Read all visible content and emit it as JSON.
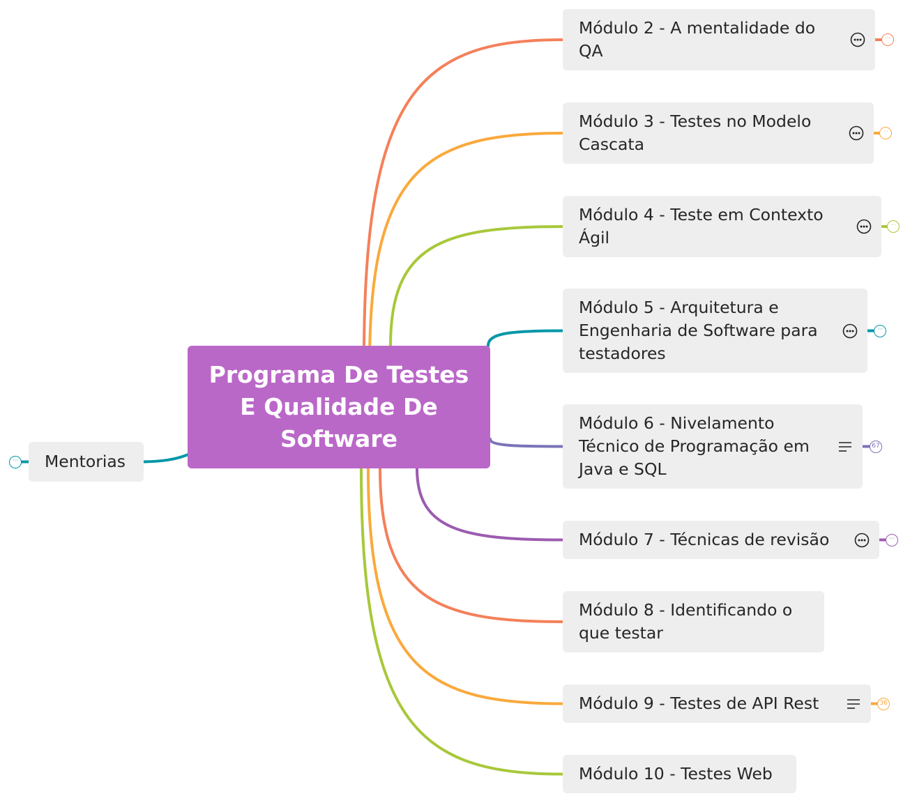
{
  "mindmap": {
    "central": {
      "title": "Programa De Testes E Qualidade De Software",
      "color": "#ba68c8"
    },
    "left_topics": [
      {
        "label": "Mentorias",
        "color": "#0097a7",
        "collapse": "dots"
      }
    ],
    "right_topics": [
      {
        "label_lines": [
          "Módulo 2 - A mentalidade do",
          "QA"
        ],
        "color": "#f4805a",
        "icon": "more-icon",
        "collapse": "dots"
      },
      {
        "label_lines": [
          "Módulo 3 - Testes no Modelo",
          "Cascata"
        ],
        "color": "#f9a93c",
        "icon": "more-icon",
        "collapse": "dots"
      },
      {
        "label_lines": [
          "Módulo 4 - Teste em Contexto",
          "Ágil"
        ],
        "color": "#a8c83a",
        "icon": "more-icon",
        "collapse": "dots"
      },
      {
        "label_lines": [
          "Módulo 5 - Arquitetura e",
          "Engenharia de Software para",
          "testadores"
        ],
        "color": "#0097a7",
        "icon": "more-icon",
        "collapse": "dots"
      },
      {
        "label_lines": [
          "Módulo 6 - Nivelamento",
          "Técnico de Programação em",
          "Java e SQL"
        ],
        "color": "#7b73b8",
        "icon": "notes-icon",
        "collapse": "67"
      },
      {
        "label_lines": [
          "Módulo 7 - Técnicas de revisão"
        ],
        "color": "#9c5bb0",
        "icon": "more-icon",
        "collapse": "dots"
      },
      {
        "label_lines": [
          "Módulo 8 - Identificando o",
          "que testar"
        ],
        "color": "#f4805a",
        "icon": "",
        "collapse": ""
      },
      {
        "label_lines": [
          "Módulo 9 - Testes de API Rest"
        ],
        "color": "#f9a93c",
        "icon": "notes-icon",
        "collapse": "36"
      },
      {
        "label_lines": [
          "Módulo 10 - Testes Web"
        ],
        "color": "#a8c83a",
        "icon": "",
        "collapse": ""
      }
    ]
  }
}
